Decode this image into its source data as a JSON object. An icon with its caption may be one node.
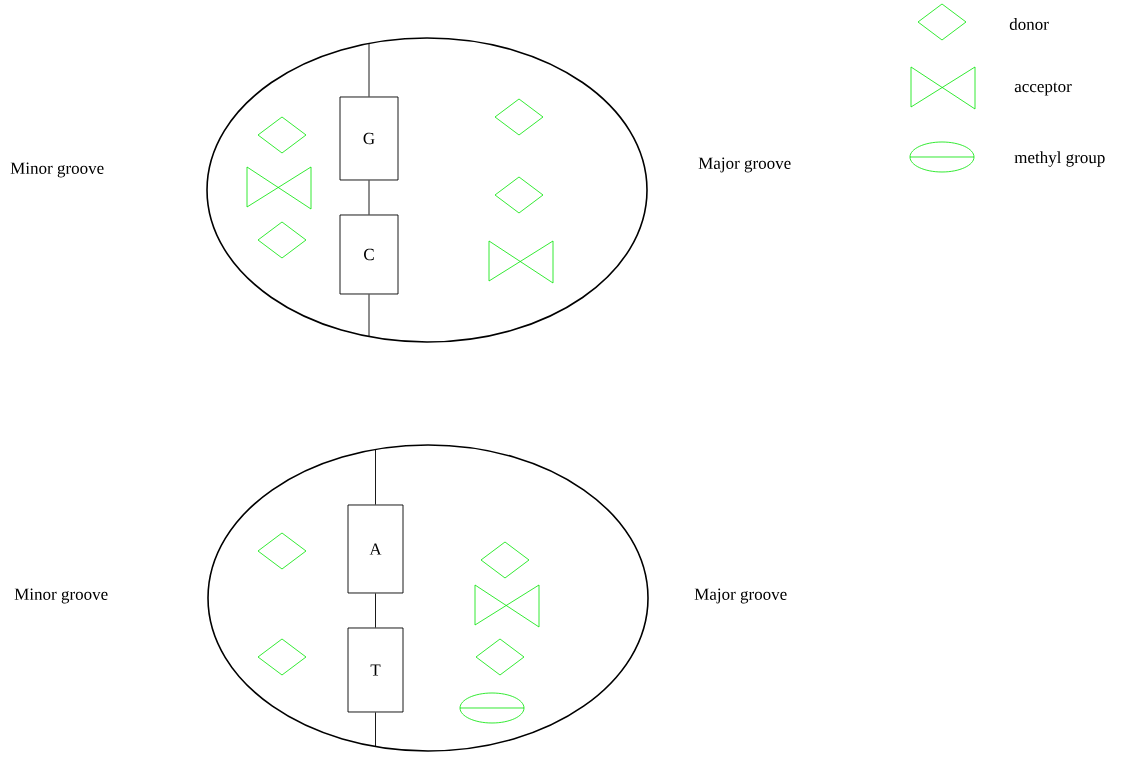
{
  "diagram": {
    "nodes": [
      {
        "text": [],
        "shape": "ellipse"
      },
      {
        "text": [
          "G"
        ],
        "in": 0
      },
      {
        "text": [
          "C"
        ],
        "in": 0
      },
      {
        "text": [],
        "shape": "ellipse"
      },
      {
        "text": [
          "A"
        ],
        "in": 3
      },
      {
        "text": [
          "T"
        ],
        "in": 3
      }
    ],
    "edges": [
      {
        "from": 0,
        "to": 1,
        "arrow": "none"
      },
      {
        "from": 1,
        "to": 2,
        "arrow": "none"
      },
      {
        "from": 2,
        "to": 0,
        "arrow": "none"
      },
      {
        "from": 3,
        "to": 4,
        "arrow": "none"
      },
      {
        "from": 4,
        "to": 5,
        "arrow": "none"
      },
      {
        "from": 5,
        "to": 3,
        "arrow": "none"
      }
    ],
    "labels": [
      "Minor groove",
      "Major groove",
      "Minor groove",
      "Major groove"
    ],
    "legend": [
      {
        "text": "donor"
      },
      {
        "text": "acceptor"
      },
      {
        "text": "methyl group"
      }
    ]
  }
}
